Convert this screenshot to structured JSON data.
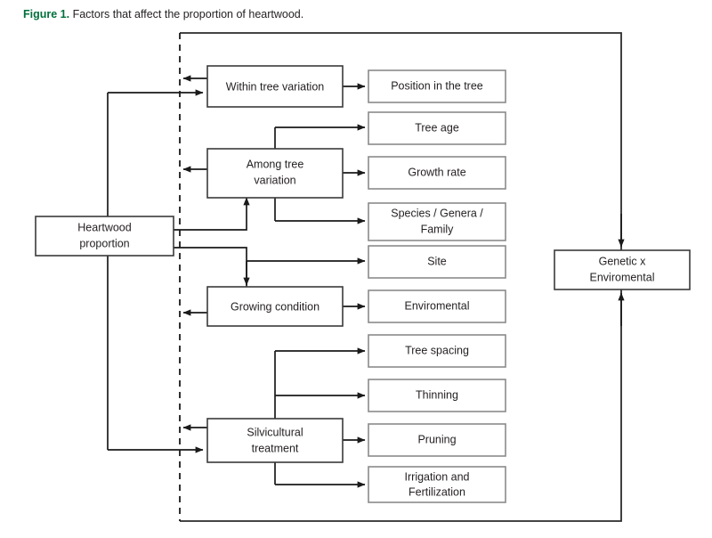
{
  "figure": {
    "label": "Figure 1.",
    "caption": "Factors that affect the proportion of heartwood.",
    "label_color": "#00703c",
    "caption_color": "#231f20"
  },
  "diagram": {
    "type": "flowchart",
    "background": "#ffffff",
    "boundary": {
      "name": "tree-system-boundary",
      "left_edge_style": "dashed",
      "other_edges_style": "solid"
    },
    "root_node": {
      "id": "heartwood-proportion",
      "label_line1": "Heartwood",
      "label_line2": "proportion",
      "border_color": "#3a3a3a"
    },
    "factor_nodes": [
      {
        "id": "within-tree-variation",
        "label_line1": "Within tree variation",
        "label_line2": "",
        "border_color": "#3a3a3a"
      },
      {
        "id": "among-tree-variation",
        "label_line1": "Among tree",
        "label_line2": "variation",
        "border_color": "#3a3a3a"
      },
      {
        "id": "growing-condition",
        "label_line1": "Growing condition",
        "label_line2": "",
        "border_color": "#3a3a3a"
      },
      {
        "id": "silvicultural-treatment",
        "label_line1": "Silvicultural",
        "label_line2": "treatment",
        "border_color": "#3a3a3a"
      }
    ],
    "sub_factor_nodes": [
      {
        "id": "position-in-the-tree",
        "label_line1": "Position in the tree",
        "label_line2": "",
        "parent": "within-tree-variation",
        "border_color": "#8a8a8a"
      },
      {
        "id": "tree-age",
        "label_line1": "Tree age",
        "label_line2": "",
        "parent": "among-tree-variation",
        "border_color": "#8a8a8a"
      },
      {
        "id": "growth-rate",
        "label_line1": "Growth rate",
        "label_line2": "",
        "parent": "among-tree-variation",
        "border_color": "#8a8a8a"
      },
      {
        "id": "species-genera-family",
        "label_line1": "Species / Genera /",
        "label_line2": "Family",
        "parent": "among-tree-variation",
        "border_color": "#8a8a8a"
      },
      {
        "id": "site",
        "label_line1": "Site",
        "label_line2": "",
        "parent": "growing-condition",
        "border_color": "#8a8a8a"
      },
      {
        "id": "enviromental",
        "label_line1": "Enviromental",
        "label_line2": "",
        "parent": "growing-condition",
        "border_color": "#8a8a8a"
      },
      {
        "id": "tree-spacing",
        "label_line1": "Tree spacing",
        "label_line2": "",
        "parent": "silvicultural-treatment",
        "border_color": "#8a8a8a"
      },
      {
        "id": "thinning",
        "label_line1": "Thinning",
        "label_line2": "",
        "parent": "silvicultural-treatment",
        "border_color": "#8a8a8a"
      },
      {
        "id": "pruning",
        "label_line1": "Pruning",
        "label_line2": "",
        "parent": "silvicultural-treatment",
        "border_color": "#8a8a8a"
      },
      {
        "id": "irrigation-and-fertilization",
        "label_line1": "Irrigation and",
        "label_line2": "Fertilization",
        "parent": "silvicultural-treatment",
        "border_color": "#8a8a8a"
      }
    ],
    "outcome_node": {
      "id": "genetic-x-enviromental",
      "label_line1": "Genetic x",
      "label_line2": "Enviromental",
      "border_color": "#3a3a3a"
    }
  }
}
